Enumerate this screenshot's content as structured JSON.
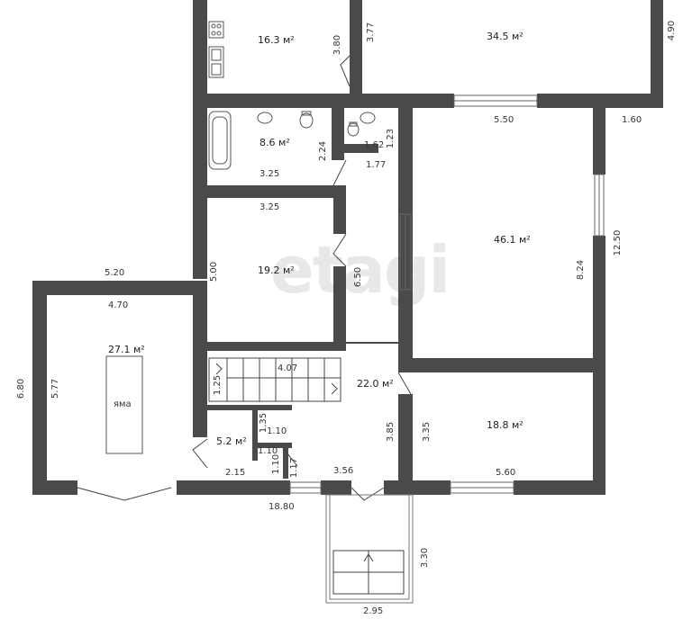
{
  "watermark": "etagi",
  "colors": {
    "wall": "#4a4a4a",
    "window": "#ffffff",
    "fixture": "#555555",
    "background": "#ffffff"
  },
  "rooms": {
    "kitchen": "16.3 м²",
    "big_top": "34.5 м²",
    "bath": "8.6 м²",
    "wc": "1.62",
    "living_46": "46.1 м²",
    "room_19": "19.2 м²",
    "garage": "27.1 м²",
    "garage_pit": "яма",
    "hall": "22.0 м²",
    "room_18": "18.8 м²",
    "small_5": "5.2 м²"
  },
  "dims": {
    "d380": "3.80",
    "d377": "3.77",
    "d490": "4.90",
    "d550": "5.50",
    "d160": "1.60",
    "d224": "2.24",
    "d325a": "3.25",
    "d325b": "3.25",
    "d123": "1.23",
    "d177": "1.77",
    "d500": "5.00",
    "d650": "6.50",
    "d824": "8.24",
    "d1250": "12.50",
    "d520": "5.20",
    "d470": "4.70",
    "d680": "6.80",
    "d577": "5.77",
    "d407": "4.07",
    "d125": "1.25",
    "d335": "3.35",
    "d385": "3.85",
    "d135": "1.35",
    "d110a": "1.10",
    "d110b": "1.10",
    "d110c": "1.10",
    "d117": "1.17",
    "d215": "2.15",
    "d356": "3.56",
    "d560": "5.60",
    "d1880": "18.80",
    "d330": "3.30",
    "d295": "2.95"
  }
}
